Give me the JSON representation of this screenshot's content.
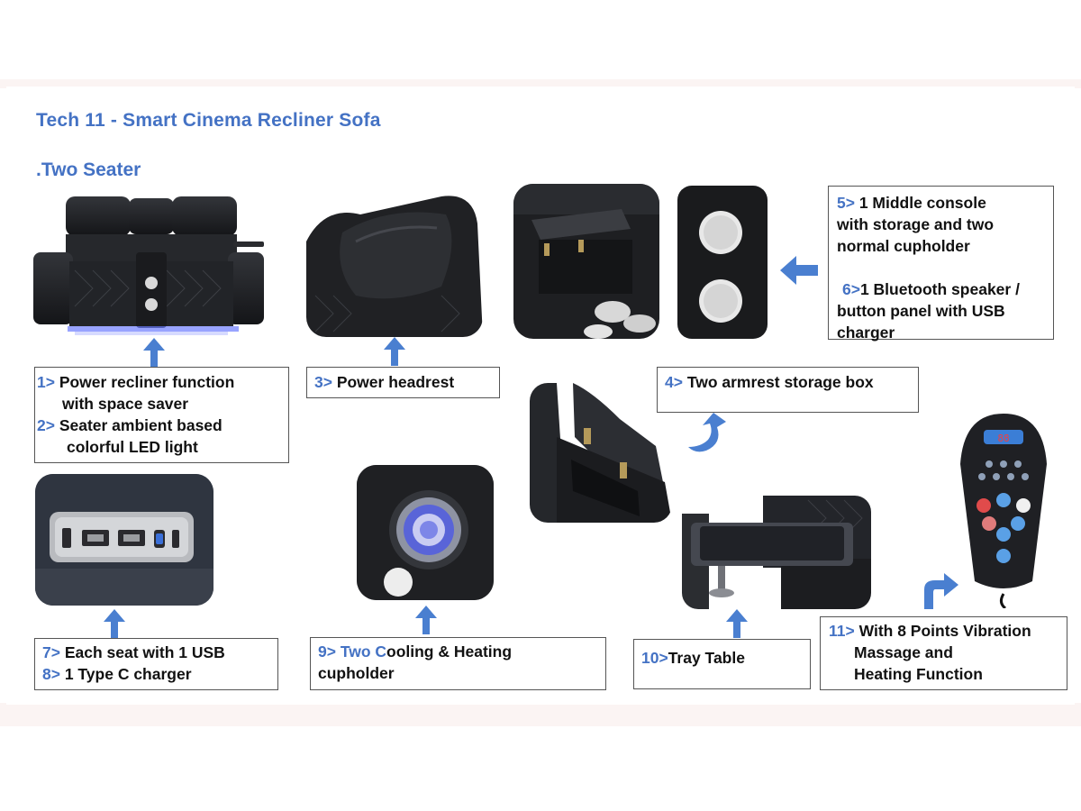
{
  "title": "Tech 11 - Smart Cinema Recliner Sofa",
  "subtitle": ".Two Seater",
  "features": {
    "f1": {
      "num": "1>",
      "line1": " Power recliner function",
      "line2": "with space  saver"
    },
    "f2": {
      "num": "2>",
      "line1": " Seater ambient based",
      "line2": "colorful LED light"
    },
    "f3": {
      "num": "3>",
      "text": "  Power headrest"
    },
    "f4": {
      "num": "4>",
      "text": " Two armrest storage box"
    },
    "f5": {
      "num": "5>",
      "line1": " 1 Middle console",
      "line2": "with storage and two",
      "line3": "normal cupholder"
    },
    "f6": {
      "num": "6>",
      "line1": "1 Bluetooth speaker /",
      "line2": "button panel with USB",
      "line3": "charger"
    },
    "f7": {
      "num": "7>",
      "text": " Each seat with 1 USB"
    },
    "f8": {
      "num": "8>",
      "text": " 1 Type C charger"
    },
    "f9": {
      "num": "9> Two C",
      "line1": "ooling & Heating",
      "line2": "cupholder"
    },
    "f10": {
      "num": "10>",
      "text": "Tray Table"
    },
    "f11": {
      "num": "11>",
      "line1": " With 8 Points Vibration",
      "line2": "Massage and",
      "line3": "Heating Function"
    }
  },
  "remote": {
    "display": "88"
  },
  "colors": {
    "accent": "#4472c4",
    "arrow": "#4a7fd0",
    "leather": "#1c1d20"
  }
}
